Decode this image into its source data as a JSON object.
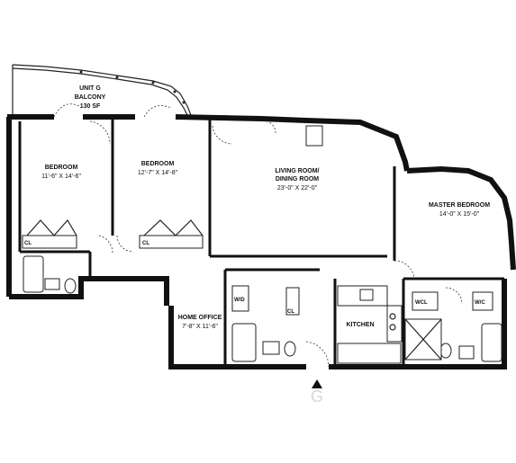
{
  "balcony": {
    "line1": "UNIT G",
    "line2": "BALCONY",
    "line3": "130 SF"
  },
  "bedroom1": {
    "name": "BEDROOM",
    "dims": "11'-6\" X 14'-6\""
  },
  "bedroom2": {
    "name": "BEDROOM",
    "dims": "12'-7\" X 14'-8\""
  },
  "living": {
    "line1": "LIVING ROOM/",
    "line2": "DINING ROOM",
    "dims": "23'-0\" X 22'-0\""
  },
  "master": {
    "name": "MASTER BEDROOM",
    "dims": "14'-0\" X 15'-0\""
  },
  "office": {
    "name": "HOME OFFICE",
    "dims": "7'-8\" X 11'-6\""
  },
  "kitchen": {
    "name": "KITCHEN"
  },
  "closets": {
    "cl1": "CL",
    "cl2": "CL",
    "cl3": "CL",
    "wcl": "WCL",
    "wc": "W/C",
    "wd": "W/D"
  },
  "unit_letter": "G"
}
